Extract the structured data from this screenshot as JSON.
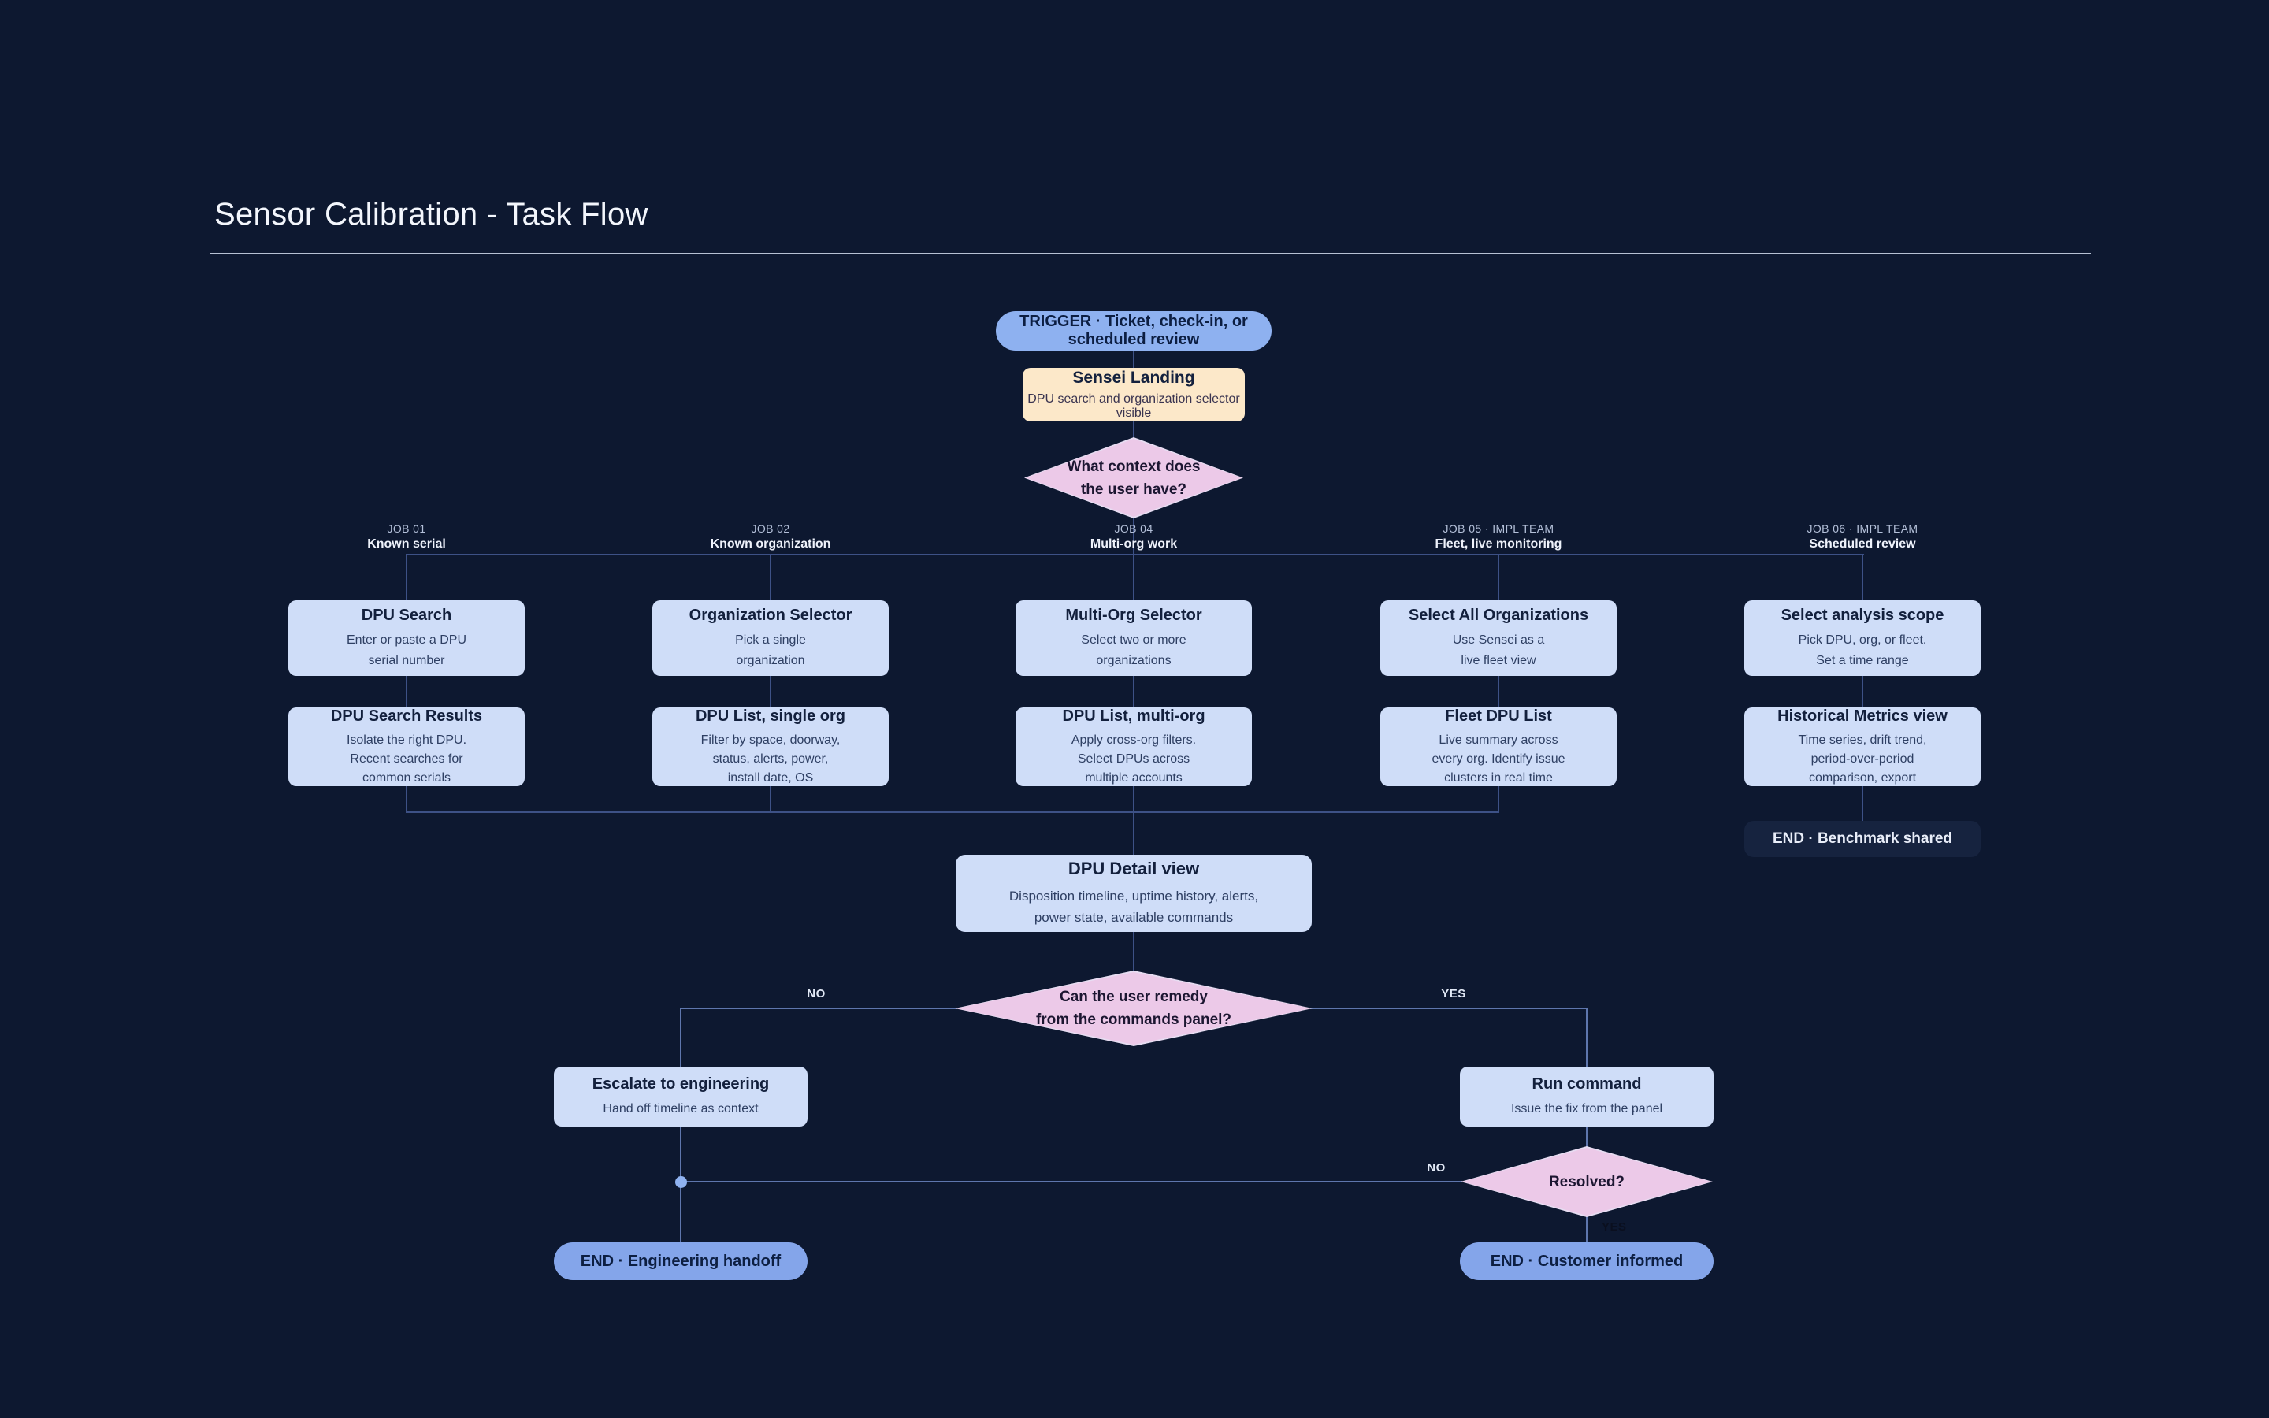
{
  "title": "Sensor Calibration - Task Flow",
  "colors": {
    "background": "#0d1830",
    "process_fill": "#cfddf8",
    "trigger_fill": "#8eb1f0",
    "end_pill_fill": "#84a5ea",
    "decision_fill": "#ecc9e8",
    "landing_fill": "#fce8c9",
    "dark_end_fill": "#16233f",
    "connector": "#3d5186"
  },
  "flow": {
    "trigger": "TRIGGER · Ticket, check-in, or scheduled review",
    "landing": {
      "title": "Sensei Landing",
      "subtitle": "DPU search and organization selector visible"
    },
    "decision_context": {
      "lines": [
        "What context does",
        "the user have?"
      ]
    },
    "branches": [
      {
        "job": "JOB 01",
        "name": "Known serial",
        "step1": {
          "title": "DPU Search",
          "lines": [
            "Enter or paste a DPU",
            "serial number"
          ]
        },
        "step2": {
          "title": "DPU Search Results",
          "lines": [
            "Isolate the right DPU.",
            "Recent searches for",
            "common serials"
          ]
        }
      },
      {
        "job": "JOB 02",
        "name": "Known organization",
        "step1": {
          "title": "Organization Selector",
          "lines": [
            "Pick a single",
            "organization"
          ]
        },
        "step2": {
          "title": "DPU List, single org",
          "lines": [
            "Filter by space, doorway,",
            "status, alerts, power,",
            "install date, OS"
          ]
        }
      },
      {
        "job": "JOB 04",
        "name": "Multi-org work",
        "step1": {
          "title": "Multi-Org Selector",
          "lines": [
            "Select two or more",
            "organizations"
          ]
        },
        "step2": {
          "title": "DPU List, multi-org",
          "lines": [
            "Apply cross-org filters.",
            "Select DPUs across",
            "multiple accounts"
          ]
        }
      },
      {
        "job": "JOB 05 · IMPL TEAM",
        "name": "Fleet, live monitoring",
        "step1": {
          "title": "Select All Organizations",
          "lines": [
            "Use Sensei as a",
            "live fleet view"
          ]
        },
        "step2": {
          "title": "Fleet DPU List",
          "lines": [
            "Live summary across",
            "every org. Identify issue",
            "clusters in real time"
          ]
        }
      },
      {
        "job": "JOB 06 · IMPL TEAM",
        "name": "Scheduled review",
        "step1": {
          "title": "Select analysis scope",
          "lines": [
            "Pick DPU, org, or fleet.",
            "Set a time range"
          ]
        },
        "step2": {
          "title": "Historical Metrics view",
          "lines": [
            "Time series, drift trend,",
            "period-over-period",
            "comparison, export"
          ]
        }
      }
    ],
    "end_benchmark": "END · Benchmark shared",
    "detail": {
      "title": "DPU Detail view",
      "lines": [
        "Disposition timeline, uptime history, alerts,",
        "power state, available commands"
      ]
    },
    "decision_remedy": {
      "lines": [
        "Can the user remedy",
        "from the commands panel?"
      ],
      "no": "NO",
      "yes": "YES"
    },
    "escalate": {
      "title": "Escalate to engineering",
      "lines": [
        "Hand off timeline as context"
      ]
    },
    "run_command": {
      "title": "Run command",
      "lines": [
        "Issue the fix from the panel"
      ]
    },
    "decision_resolved": {
      "label": "Resolved?",
      "no": "NO",
      "yes": "YES"
    },
    "end_engineering": "END · Engineering handoff",
    "end_customer": "END · Customer informed"
  }
}
